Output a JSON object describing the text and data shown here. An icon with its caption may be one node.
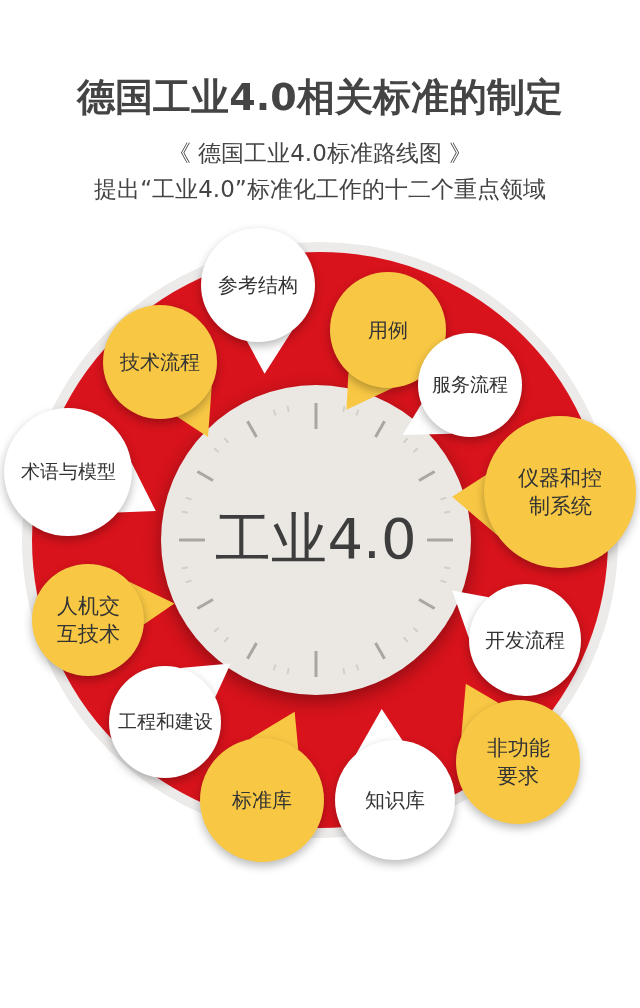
{
  "diagram": {
    "title": "德国工业4.0相关标准的制定",
    "nodes": [
      {
        "text": [
          "工业4.0"
        ]
      },
      {
        "text": [
          "参考结构"
        ]
      },
      {
        "text": [
          "技术流程"
        ]
      },
      {
        "text": [
          "用例"
        ]
      },
      {
        "text": [
          "服务流程"
        ]
      },
      {
        "text": [
          "术语与模型"
        ]
      },
      {
        "text": [
          "仪器和控制系统"
        ]
      },
      {
        "text": [
          "人机交互技术"
        ]
      },
      {
        "text": [
          "开发流程"
        ]
      },
      {
        "text": [
          "工程和建设"
        ]
      },
      {
        "text": [
          "非功能要求"
        ]
      },
      {
        "text": [
          "标准库"
        ]
      },
      {
        "text": [
          "知识库"
        ]
      }
    ],
    "labels": [
      "《 德国工业4.0标准路线图 》",
      "提出“工业4.0”标准化工作的十二个重点领域"
    ]
  }
}
